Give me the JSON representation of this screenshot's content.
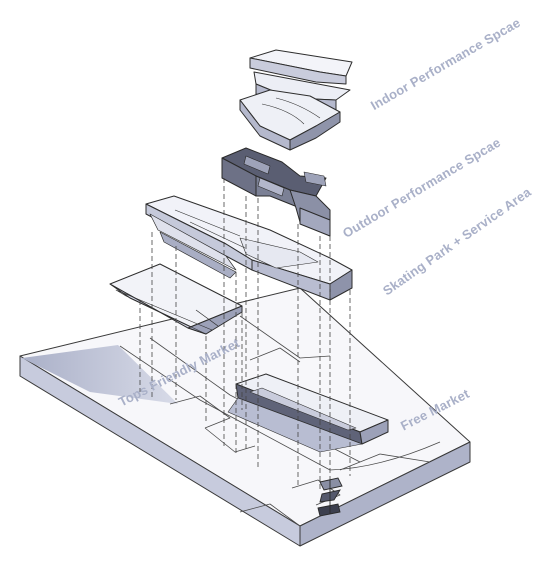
{
  "labels": {
    "indoor": "Indoor Performance Spcae",
    "outdoor": "Outdoor Performance Spcae",
    "skating": "Skating Park + Service Area",
    "tops": "Tops Friendly Market",
    "free": "Free Market"
  },
  "colors": {
    "label": "#a9b0c8",
    "stroke": "#3a3a3a",
    "top_face": "#f4f5fa",
    "side_face": "#c3c7da",
    "dark_face": "#6f7388",
    "shadow": "#aeb4cc"
  }
}
